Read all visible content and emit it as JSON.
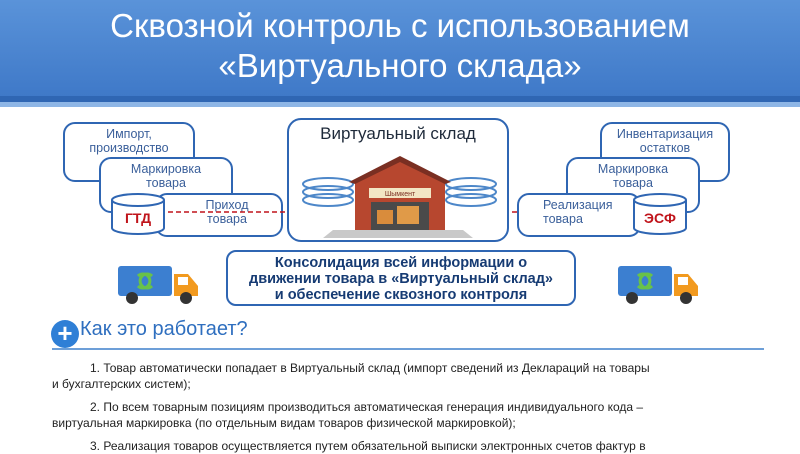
{
  "header": {
    "title_line1": "Сквозной контроль с использованием",
    "title_line2": "«Виртуального склада»"
  },
  "left": {
    "box1": [
      "Импорт,",
      "производство"
    ],
    "box2": [
      "Маркировка",
      "товара"
    ],
    "box3": [
      "Приход",
      "товара"
    ],
    "cylinder": "ГТД"
  },
  "center": {
    "title": "Виртуальный склад",
    "sign": "Шымкент"
  },
  "right": {
    "box1": [
      "Инвентаризация",
      "остатков"
    ],
    "box2": [
      "Маркировка",
      "товара"
    ],
    "box3": [
      "Реализация",
      "товара"
    ],
    "cylinder": "ЭСФ"
  },
  "consolidation": [
    "Консолидация всей информации о",
    "движении товара в «Виртуальный склад»",
    "и обеспечение сквозного контроля"
  ],
  "how": {
    "icon": "plus-icon",
    "title": "Как это работает?"
  },
  "paragraphs": [
    [
      "1. Товар автоматически попадает в Виртуальный склад (импорт сведений из Деклараций на товары",
      "и бухгалтерских систем);"
    ],
    [
      "2. По всем товарным  позициям производиться автоматическая генерация индивидуального кода –",
      "виртуальная маркировка  (по отдельным видам товаров физической маркировкой);"
    ],
    [
      "3. Реализация товаров осуществляется путем обязательной выписки электронных счетов фактур в"
    ]
  ],
  "colors": {
    "header": "#4a86d1",
    "accent": "#2f66b3",
    "cylinder_text": "#c0141b"
  }
}
